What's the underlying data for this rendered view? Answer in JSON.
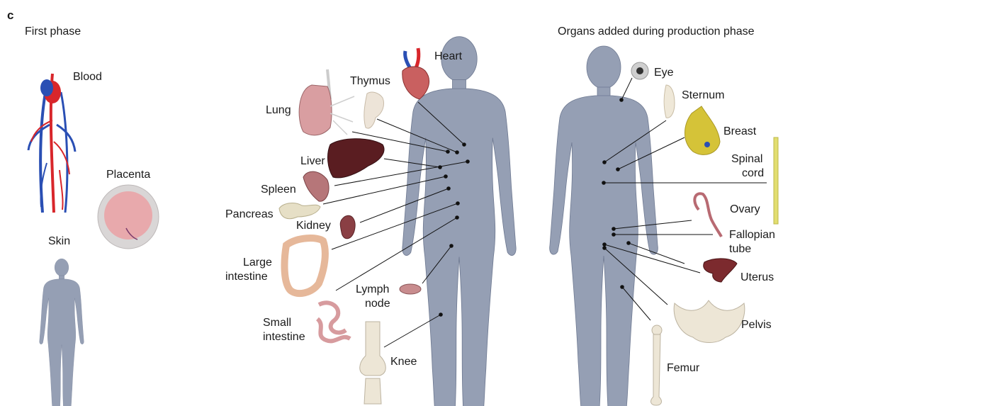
{
  "panel_label": "c",
  "sections": {
    "first_phase": "First phase",
    "production_phase": "Organs added during production phase"
  },
  "first_phase": {
    "blood": "Blood",
    "placenta": "Placenta",
    "skin": "Skin"
  },
  "middle_body": {
    "heart": "Heart",
    "thymus": "Thymus",
    "lung": "Lung",
    "liver": "Liver",
    "spleen": "Spleen",
    "pancreas": "Pancreas",
    "kidney": "Kidney",
    "large_intestine_1": "Large",
    "large_intestine_2": "intestine",
    "lymph_node_1": "Lymph",
    "lymph_node_2": "node",
    "small_intestine_1": "Small",
    "small_intestine_2": "intestine",
    "knee": "Knee"
  },
  "production_body": {
    "eye": "Eye",
    "sternum": "Sternum",
    "breast": "Breast",
    "spinal_cord_1": "Spinal",
    "spinal_cord_2": "cord",
    "ovary": "Ovary",
    "fallopian_tube_1": "Fallopian",
    "fallopian_tube_2": "tube",
    "uterus": "Uterus",
    "pelvis": "Pelvis",
    "femur": "Femur"
  },
  "colors": {
    "body_silhouette": "#959fb4",
    "line": "#111111",
    "artery": "#d8262b",
    "vein": "#2a4fb4",
    "organ_flesh": "#e3a9a8",
    "liver": "#5a1d21",
    "bone": "#ede6d6",
    "breast": "#d5c338",
    "spinal_cord": "#e2de70"
  }
}
